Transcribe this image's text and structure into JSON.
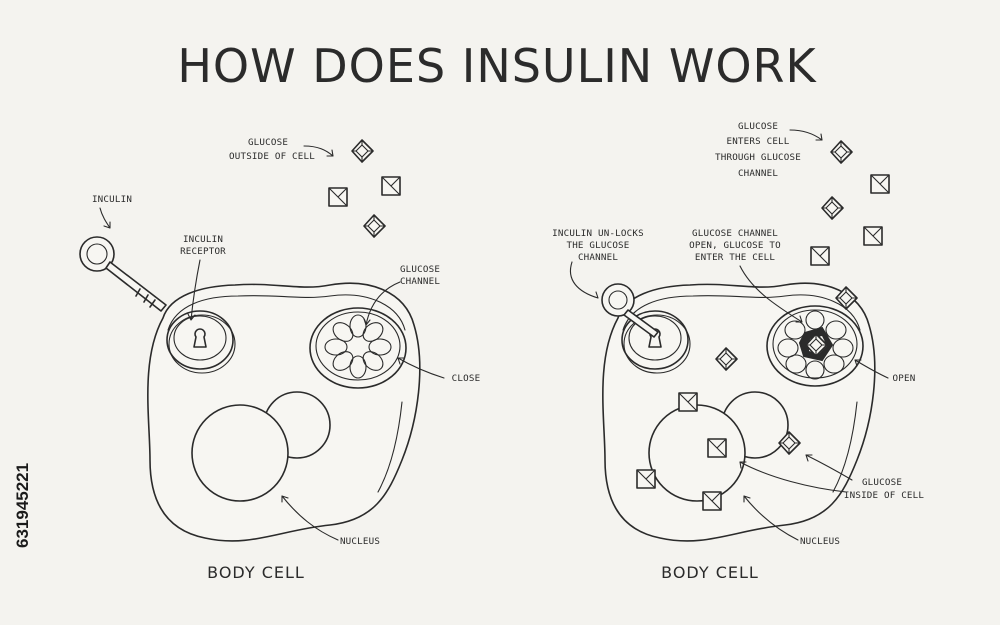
{
  "title": "HOW DOES INSULIN WORK",
  "left": {
    "caption": "BODY CELL",
    "labels": {
      "glucose_outside_1": "GLUCOSE",
      "glucose_outside_2": "OUTSIDE OF CELL",
      "insulin": "INCULIN",
      "receptor_1": "INCULIN",
      "receptor_2": "RECEPTOR",
      "channel_1": "GLUCOSE",
      "channel_2": "CHANNEL",
      "close": "CLOSE",
      "nucleus": "NUCLEUS"
    }
  },
  "right": {
    "caption": "BODY CELL",
    "labels": {
      "enters_1": "GLUCOSE",
      "enters_2": "ENTERS CELL",
      "enters_3": "THROUGH GLUCOSE",
      "enters_4": "CHANNEL",
      "unlocks_1": "INCULIN UN-LOCKS",
      "unlocks_2": "THE GLUCOSE",
      "unlocks_3": "CHANNEL",
      "open_ch_1": "GLUCOSE CHANNEL",
      "open_ch_2": "OPEN, GLUCOSE TO",
      "open_ch_3": "ENTER THE CELL",
      "open": "OPEN",
      "inside_1": "GLUCOSE",
      "inside_2": "INSIDE OF CELL",
      "nucleus": "NUCLEUS"
    }
  },
  "stock_id": "631945221"
}
